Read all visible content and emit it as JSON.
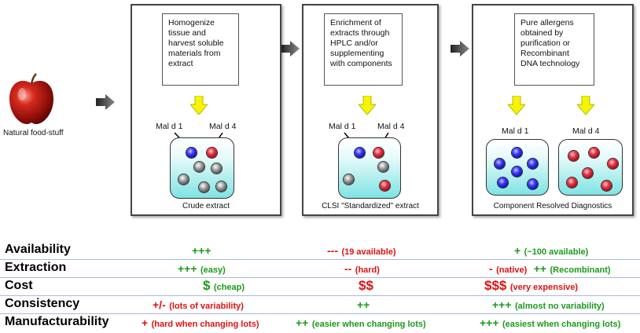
{
  "apple_label": "Natural food-stuff",
  "panels": [
    {
      "step_text": [
        "Homogenize",
        "tissue and",
        "harvest soluble",
        "materials from",
        "extract"
      ],
      "labels": [
        "Mal d 1",
        "Mal d 4"
      ],
      "caption": "Crude extract"
    },
    {
      "step_text": [
        "Enrichment of",
        "extracts through",
        "HPLC and/or",
        "supplementing",
        "with components"
      ],
      "labels": [
        "Mal d 1",
        "Mal d 4"
      ],
      "caption": "CLSI \"Standardized\" extract"
    },
    {
      "step_text": [
        "Pure allergens",
        "obtained by",
        "purification or",
        "Recombinant",
        "DNA technology"
      ],
      "labels": [
        "Mal d 1",
        "Mal d 4"
      ],
      "caption": "Component Resolved Diagnostics"
    }
  ],
  "table": {
    "rows": [
      {
        "label": "Availability",
        "cells": [
          {
            "sym": "+++",
            "note": "",
            "color": "#1a9a1a"
          },
          {
            "sym": "---",
            "note": "(19 available)",
            "color": "#e01010"
          },
          {
            "sym": "+",
            "note": "(~100 available)",
            "color": "#1a9a1a"
          }
        ]
      },
      {
        "label": "Extraction",
        "cells": [
          {
            "sym": "+++",
            "note": "(easy)",
            "color": "#1a9a1a"
          },
          {
            "sym": "--",
            "note": "(hard)",
            "color": "#e01010"
          },
          {
            "sym": "-",
            "note": "(native)",
            "color": "#e01010",
            "sym2": "++",
            "note2": "(Recombinant)",
            "color2": "#1a9a1a"
          }
        ]
      },
      {
        "label": "Cost",
        "cells": [
          {
            "sym": "$",
            "note": "(cheap)",
            "color": "#1a9a1a"
          },
          {
            "sym": "$$",
            "note": "",
            "color": "#e01010"
          },
          {
            "sym": "$$$",
            "note": "(very expensive)",
            "color": "#e01010"
          }
        ]
      },
      {
        "label": "Consistency",
        "cells": [
          {
            "sym": "+/-",
            "note": "(lots of variability)",
            "color": "#e01010"
          },
          {
            "sym": "++",
            "note": "",
            "color": "#1a9a1a"
          },
          {
            "sym": "+++",
            "note": "(almost no variability)",
            "color": "#1a9a1a"
          }
        ]
      },
      {
        "label": "Manufacturability",
        "cells": [
          {
            "sym": "+",
            "note": "(hard when changing lots)",
            "color": "#e01010"
          },
          {
            "sym": "++",
            "note": "(easier when changing lots)",
            "color": "#1a9a1a"
          },
          {
            "sym": "+++",
            "note": "(easiest when changing lots)",
            "color": "#1a9a1a"
          }
        ]
      }
    ]
  }
}
